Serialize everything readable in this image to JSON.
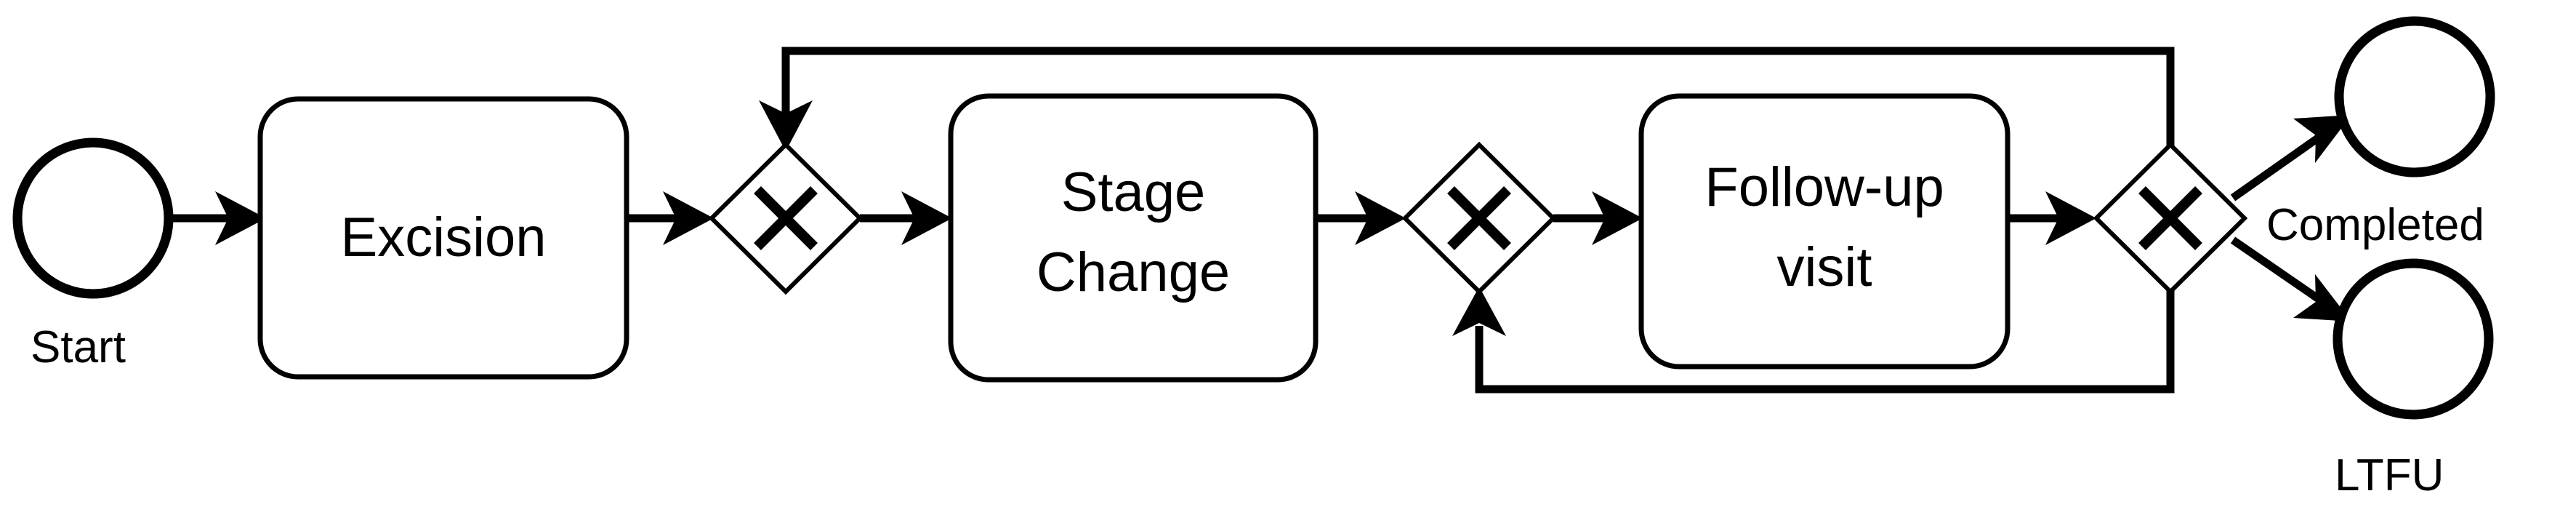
{
  "diagram": {
    "type": "bpmn-process-flow",
    "title": "",
    "background_color": "#ffffff",
    "stroke_color": "#000000",
    "orientation": "left-to-right"
  },
  "nodes": {
    "start_event": {
      "id": "start",
      "kind": "start-event",
      "shape": "circle",
      "label": "Start",
      "label_position": "below"
    },
    "task_excision": {
      "id": "excision",
      "kind": "task",
      "shape": "rounded-rectangle",
      "label": "Excision"
    },
    "gateway_1": {
      "id": "gw1",
      "kind": "exclusive-gateway",
      "shape": "diamond",
      "marker": "X",
      "label": ""
    },
    "task_stage_change": {
      "id": "stage-change",
      "kind": "task",
      "shape": "rounded-rectangle",
      "label_line1": "Stage",
      "label_line2": "Change"
    },
    "gateway_2": {
      "id": "gw2",
      "kind": "exclusive-gateway",
      "shape": "diamond",
      "marker": "X",
      "label": ""
    },
    "task_followup": {
      "id": "follow-up-visit",
      "kind": "task",
      "shape": "rounded-rectangle",
      "label_line1": "Follow-up",
      "label_line2": "visit"
    },
    "gateway_3": {
      "id": "gw3",
      "kind": "exclusive-gateway",
      "shape": "diamond",
      "marker": "X",
      "label": ""
    },
    "end_event_completed": {
      "id": "completed",
      "kind": "end-event",
      "shape": "circle-thick",
      "label": "Completed",
      "label_position": "left-below"
    },
    "end_event_ltfu": {
      "id": "ltfu",
      "kind": "end-event",
      "shape": "circle-thick",
      "label": "LTFU",
      "label_position": "below"
    }
  },
  "edges": [
    {
      "id": "e1",
      "from": "start",
      "to": "excision",
      "label": ""
    },
    {
      "id": "e2",
      "from": "excision",
      "to": "gw1",
      "label": ""
    },
    {
      "id": "e3",
      "from": "gw1",
      "to": "stage-change",
      "label": ""
    },
    {
      "id": "e4",
      "from": "stage-change",
      "to": "gw2",
      "label": ""
    },
    {
      "id": "e5",
      "from": "gw2",
      "to": "follow-up-visit",
      "label": ""
    },
    {
      "id": "e6",
      "from": "follow-up-visit",
      "to": "gw3",
      "label": ""
    },
    {
      "id": "e7",
      "from": "gw3",
      "to": "completed",
      "label": ""
    },
    {
      "id": "e8",
      "from": "gw3",
      "to": "ltfu",
      "label": ""
    },
    {
      "id": "e9",
      "from": "gw3",
      "to": "gw1",
      "label": "",
      "routing": "loop-over-top"
    },
    {
      "id": "e10",
      "from": "gw3",
      "to": "gw2",
      "label": "",
      "routing": "loop-under-bottom"
    }
  ],
  "labels": {
    "start": "Start",
    "excision": "Excision",
    "stage_line1": "Stage",
    "stage_line2": "Change",
    "followup_line1": "Follow-up",
    "followup_line2": "visit",
    "gateway_marker": "X",
    "completed": "Completed",
    "ltfu": "LTFU"
  },
  "colors": {
    "stroke": "#000000",
    "fill": "#ffffff",
    "text": "#000000"
  }
}
